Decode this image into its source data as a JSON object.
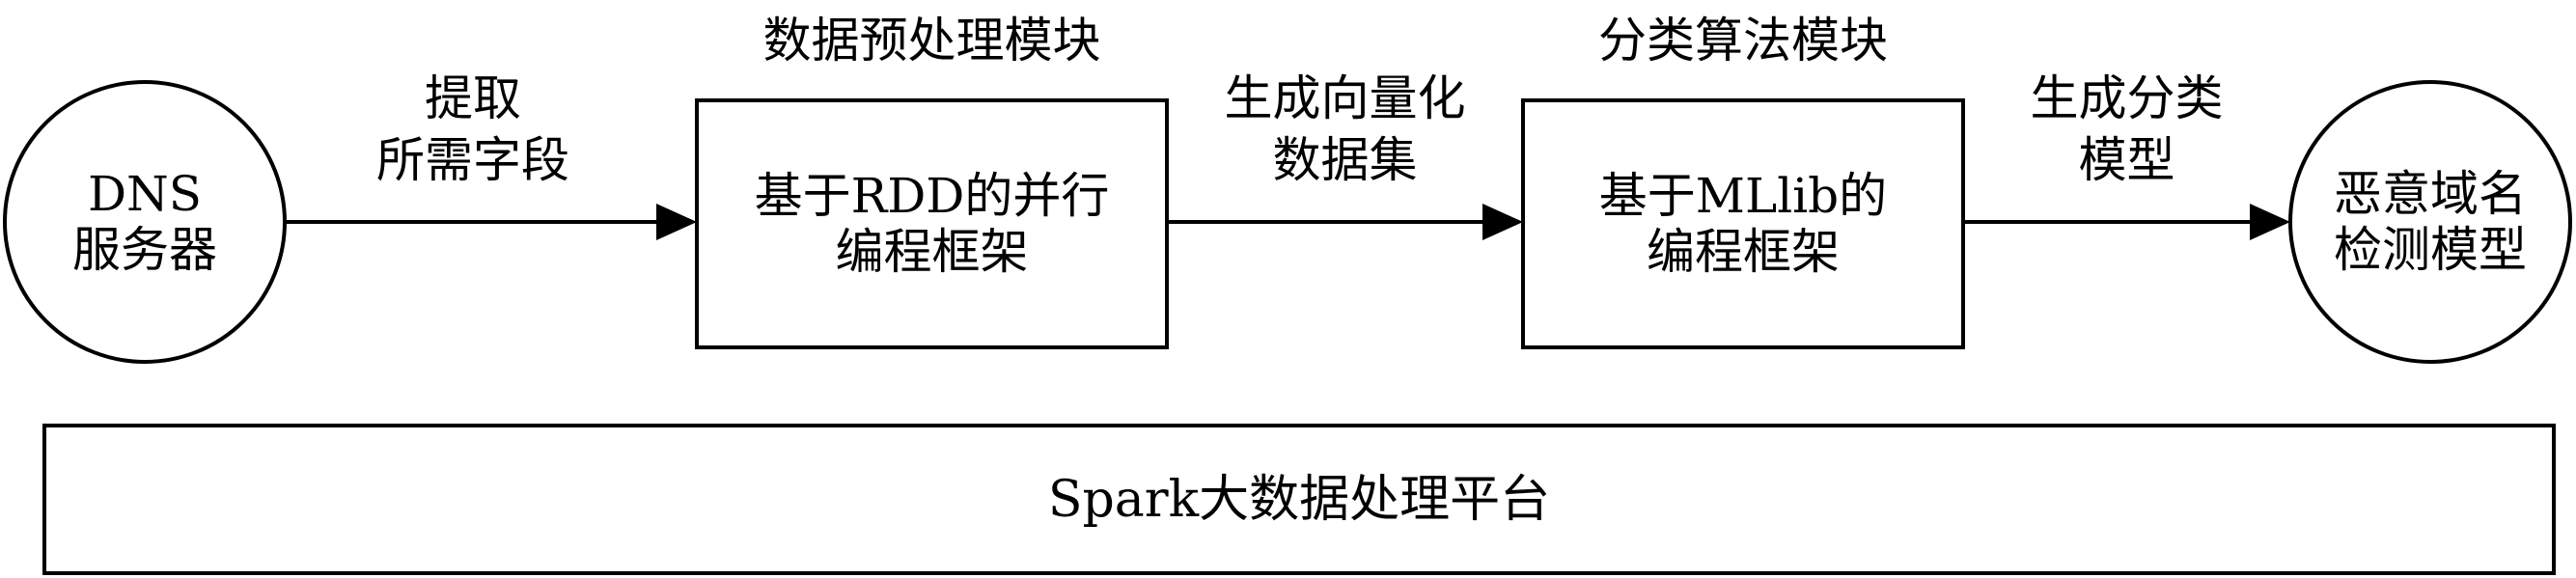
{
  "nodes": {
    "dns_server": [
      "DNS",
      "服务器"
    ],
    "preprocess_box": [
      "基于RDD的并行",
      "编程框架"
    ],
    "classify_box": [
      "基于MLlib的",
      "编程框架"
    ],
    "malicious_model": [
      "恶意域名",
      "检测模型"
    ]
  },
  "module_titles": {
    "preprocess": "数据预处理模块",
    "classify": "分类算法模块"
  },
  "edge_labels": {
    "extract": [
      "提取",
      "所需字段"
    ],
    "vectorize": [
      "生成向量化",
      "数据集"
    ],
    "generate_model": [
      "生成分类",
      "模型"
    ]
  },
  "platform": "Spark大数据处理平台"
}
